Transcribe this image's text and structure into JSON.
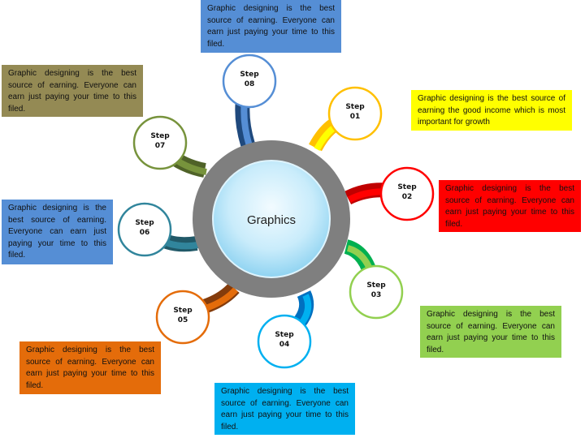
{
  "center": {
    "label": "Graphics"
  },
  "steps": [
    {
      "word": "Step",
      "num": "01",
      "color": "#ffc000",
      "color2": "#ffff00",
      "text": "Graphic designing is the best source of earning the good income which is most important for growth",
      "box_color": "#ffff00"
    },
    {
      "word": "Step",
      "num": "02",
      "color": "#c00000",
      "color2": "#ff0000",
      "text": "Graphic designing is the best source of earning. Everyone can earn just paying your time to this filed.",
      "box_color": "#ff0000"
    },
    {
      "word": "Step",
      "num": "03",
      "color": "#00b050",
      "color2": "#92d050",
      "text": "Graphic designing is the best source of earning. Everyone can earn just paying your time to this filed.",
      "box_color": "#92d050"
    },
    {
      "word": "Step",
      "num": "04",
      "color": "#0070c0",
      "color2": "#00b0f0",
      "text": "Graphic designing is the best source of earning. Everyone can earn just paying your time to this filed.",
      "box_color": "#00b0f0"
    },
    {
      "word": "Step",
      "num": "05",
      "color": "#843c0c",
      "color2": "#e46c0a",
      "text": "Graphic designing is the best source of earning. Everyone can earn just paying your time to this filed.",
      "box_color": "#e46c0a"
    },
    {
      "word": "Step",
      "num": "06",
      "color": "#215968",
      "color2": "#31859c",
      "text": "Graphic designing is the best source of earning. Everyone can earn just paying your time to this filed.",
      "box_color": "#558ed5"
    },
    {
      "word": "Step",
      "num": "07",
      "color": "#4f6228",
      "color2": "#77933c",
      "text": "Graphic designing is the best source of earning. Everyone can earn just paying your time to this filed.",
      "box_color": "#948a54"
    },
    {
      "word": "Step",
      "num": "08",
      "color": "#1f497d",
      "color2": "#558ed5",
      "text": "Graphic designing is the best source of earning. Everyone can earn just paying your time to this filed.",
      "box_color": "#558ed5"
    }
  ]
}
